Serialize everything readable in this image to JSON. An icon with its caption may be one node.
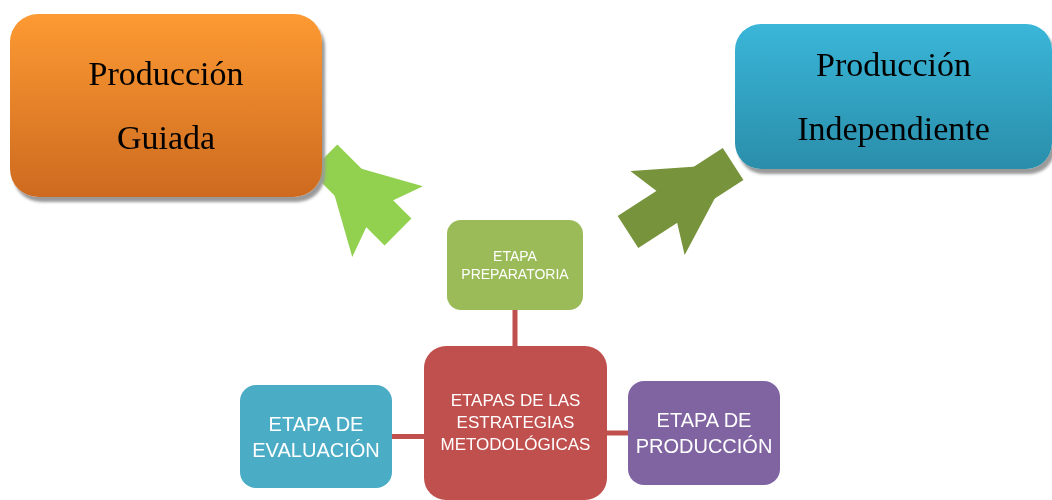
{
  "diagram": {
    "nodes": [
      {
        "text": [
          "Producción Guiada"
        ]
      },
      {
        "text": [
          "Producción Independiente"
        ]
      },
      {
        "text": [
          "ETAPAS DE LAS ESTRATEGIAS METODOLÓGICAS"
        ]
      },
      {
        "text": [
          "ETAPA PREPARATORIA"
        ]
      },
      {
        "text": [
          "ETAPA DE EVALUACIÓN"
        ]
      },
      {
        "text": [
          "ETAPA DE PRODUCCIÓN"
        ]
      }
    ],
    "edges": [
      {
        "from": null,
        "to": 0,
        "arrow": "to",
        "style": "thick",
        "color": "#92d050"
      },
      {
        "from": null,
        "to": 1,
        "arrow": "to",
        "style": "thick",
        "color": "#77933c"
      },
      {
        "from": 2,
        "to": 3,
        "arrow": "none"
      },
      {
        "from": 2,
        "to": 4,
        "arrow": "none"
      },
      {
        "from": 2,
        "to": 5,
        "arrow": "none"
      }
    ]
  }
}
